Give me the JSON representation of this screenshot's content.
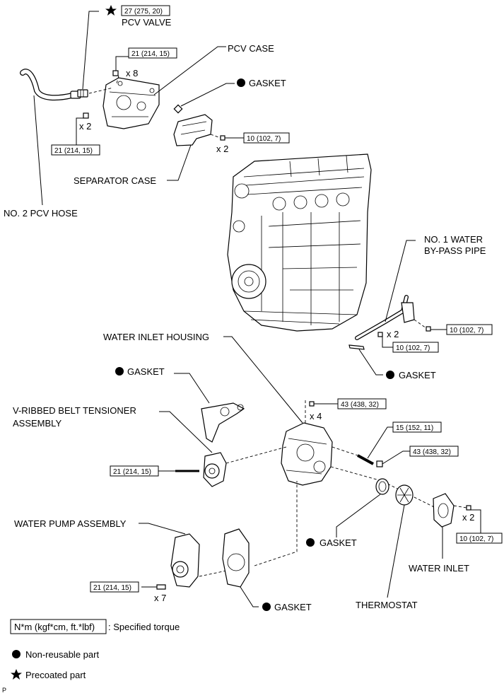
{
  "labels": {
    "pcv_valve": "PCV VALVE",
    "pcv_case": "PCV CASE",
    "gasket_pcv": "GASKET",
    "separator_case": "SEPARATOR CASE",
    "no2_pcv_hose": "NO. 2 PCV HOSE",
    "no1_water_bypass_line1": "NO. 1 WATER",
    "no1_water_bypass_line2": "BY-PASS PIPE",
    "water_inlet_housing": "WATER INLET HOUSING",
    "gasket_bypass": "GASKET",
    "gasket_tensioner": "GASKET",
    "tensioner_line1": "V-RIBBED BELT TENSIONER",
    "tensioner_line2": "ASSEMBLY",
    "water_pump_assembly": "WATER PUMP ASSEMBLY",
    "gasket_thermostat": "GASKET",
    "water_inlet": "WATER INLET",
    "thermostat": "THERMOSTAT",
    "gasket_pump": "GASKET"
  },
  "torques": {
    "pcv_valve": "27 (275, 20)",
    "pcv_case_top": "21 (214, 15)",
    "pcv_case_left": "21 (214, 15)",
    "separator": "10 (102, 7)",
    "bypass_right": "10 (102, 7)",
    "bypass_lower": "10 (102, 7)",
    "housing_top": "43 (438, 32)",
    "stud": "15 (152, 11)",
    "housing_nut": "43 (438, 32)",
    "tensioner": "21 (214, 15)",
    "water_inlet": "10 (102, 7)",
    "water_pump": "21 (214, 15)"
  },
  "multipliers": {
    "pcv_case_top": "x 8",
    "pcv_case_left": "x 2",
    "separator": "x 2",
    "bypass": "x 2",
    "housing_top": "x 4",
    "water_inlet": "x 2",
    "water_pump": "x 7"
  },
  "legend": {
    "torque_box": "N*m (kgf*cm, ft.*lbf)",
    "torque_text": ": Specified torque",
    "non_reusable": "Non-reusable part",
    "precoated": "Precoated part"
  },
  "corner_mark": "P",
  "icons": {
    "non_reusable": "filled-circle-icon",
    "precoated": "star-icon"
  }
}
